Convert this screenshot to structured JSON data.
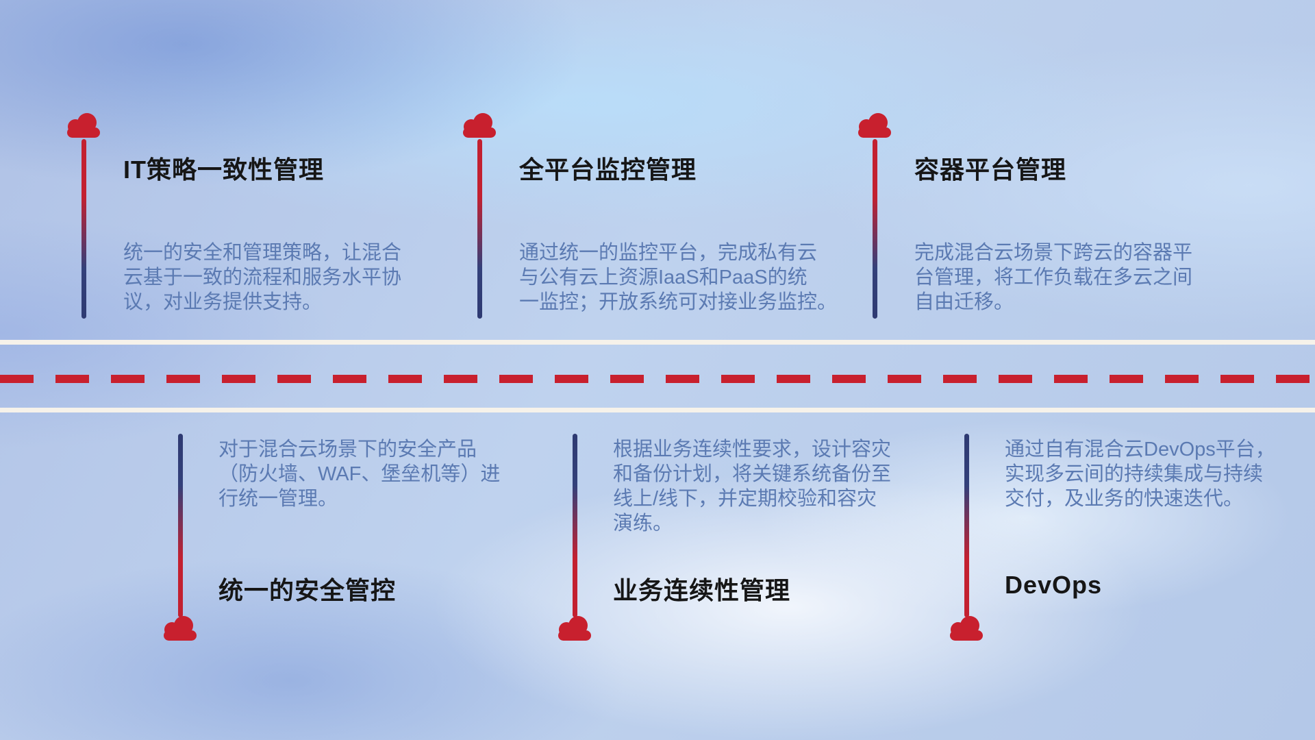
{
  "theme": {
    "accent_red": "#c8202e",
    "navy_blue": "#2e3a72",
    "description_text_color": "#5b7ab2",
    "title_text_color": "#161616",
    "road_line_color": "#f6f2ea"
  },
  "icons": {
    "cloud": "red-cloud-icon"
  },
  "top_items": [
    {
      "title": "IT策略一致性管理",
      "description": "统一的安全和管理策略，让混合\n云基于一致的流程和服务水平协\n议，对业务提供支持。"
    },
    {
      "title": "全平台监控管理",
      "description": "通过统一的监控平台，完成私有云\n与公有云上资源IaaS和PaaS的统\n一监控；开放系统可对接业务监控。"
    },
    {
      "title": "容器平台管理",
      "description": "完成混合云场景下跨云的容器平\n台管理，将工作负载在多云之间\n自由迁移。"
    }
  ],
  "bottom_items": [
    {
      "title": "统一的安全管控",
      "description": "对于混合云场景下的安全产品\n（防火墙、WAF、堡垒机等）进\n行统一管理。"
    },
    {
      "title": "业务连续性管理",
      "description": "根据业务连续性要求，设计容灾\n和备份计划，将关键系统备份至\n线上/线下，并定期校验和容灾\n演练。"
    },
    {
      "title": "DevOps",
      "description": "通过自有混合云DevOps平台，\n实现多云间的持续集成与持续\n交付，及业务的快速迭代。"
    }
  ]
}
